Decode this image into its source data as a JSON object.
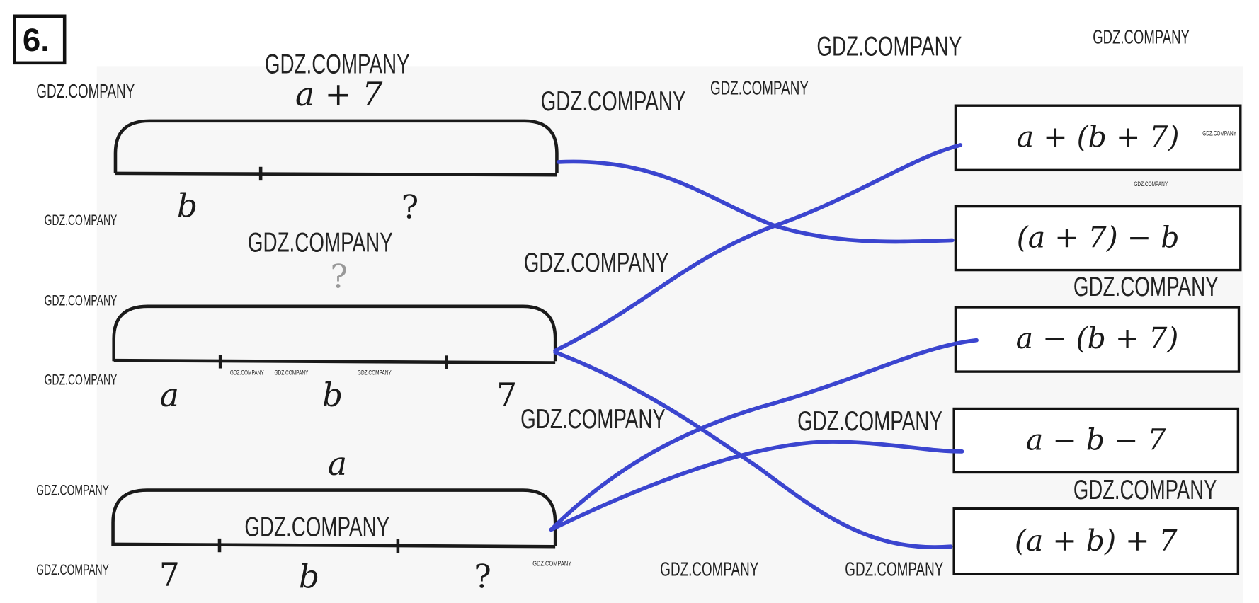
{
  "exercise_number": "6.",
  "diagrams": [
    {
      "total": "a + 7",
      "parts": [
        "b",
        "?"
      ]
    },
    {
      "total": "?",
      "parts": [
        "a",
        "b",
        "7"
      ]
    },
    {
      "total": "a",
      "parts": [
        "7",
        "b",
        "?"
      ]
    }
  ],
  "expressions": [
    "a + (b + 7)",
    "(a + 7) − b",
    "a − (b + 7)",
    "a − b − 7",
    "(a + b) + 7"
  ],
  "watermark": "GDZ.COMPANY",
  "colors": {
    "connector": "#3b45cf",
    "ink": "#1a1a1a"
  }
}
